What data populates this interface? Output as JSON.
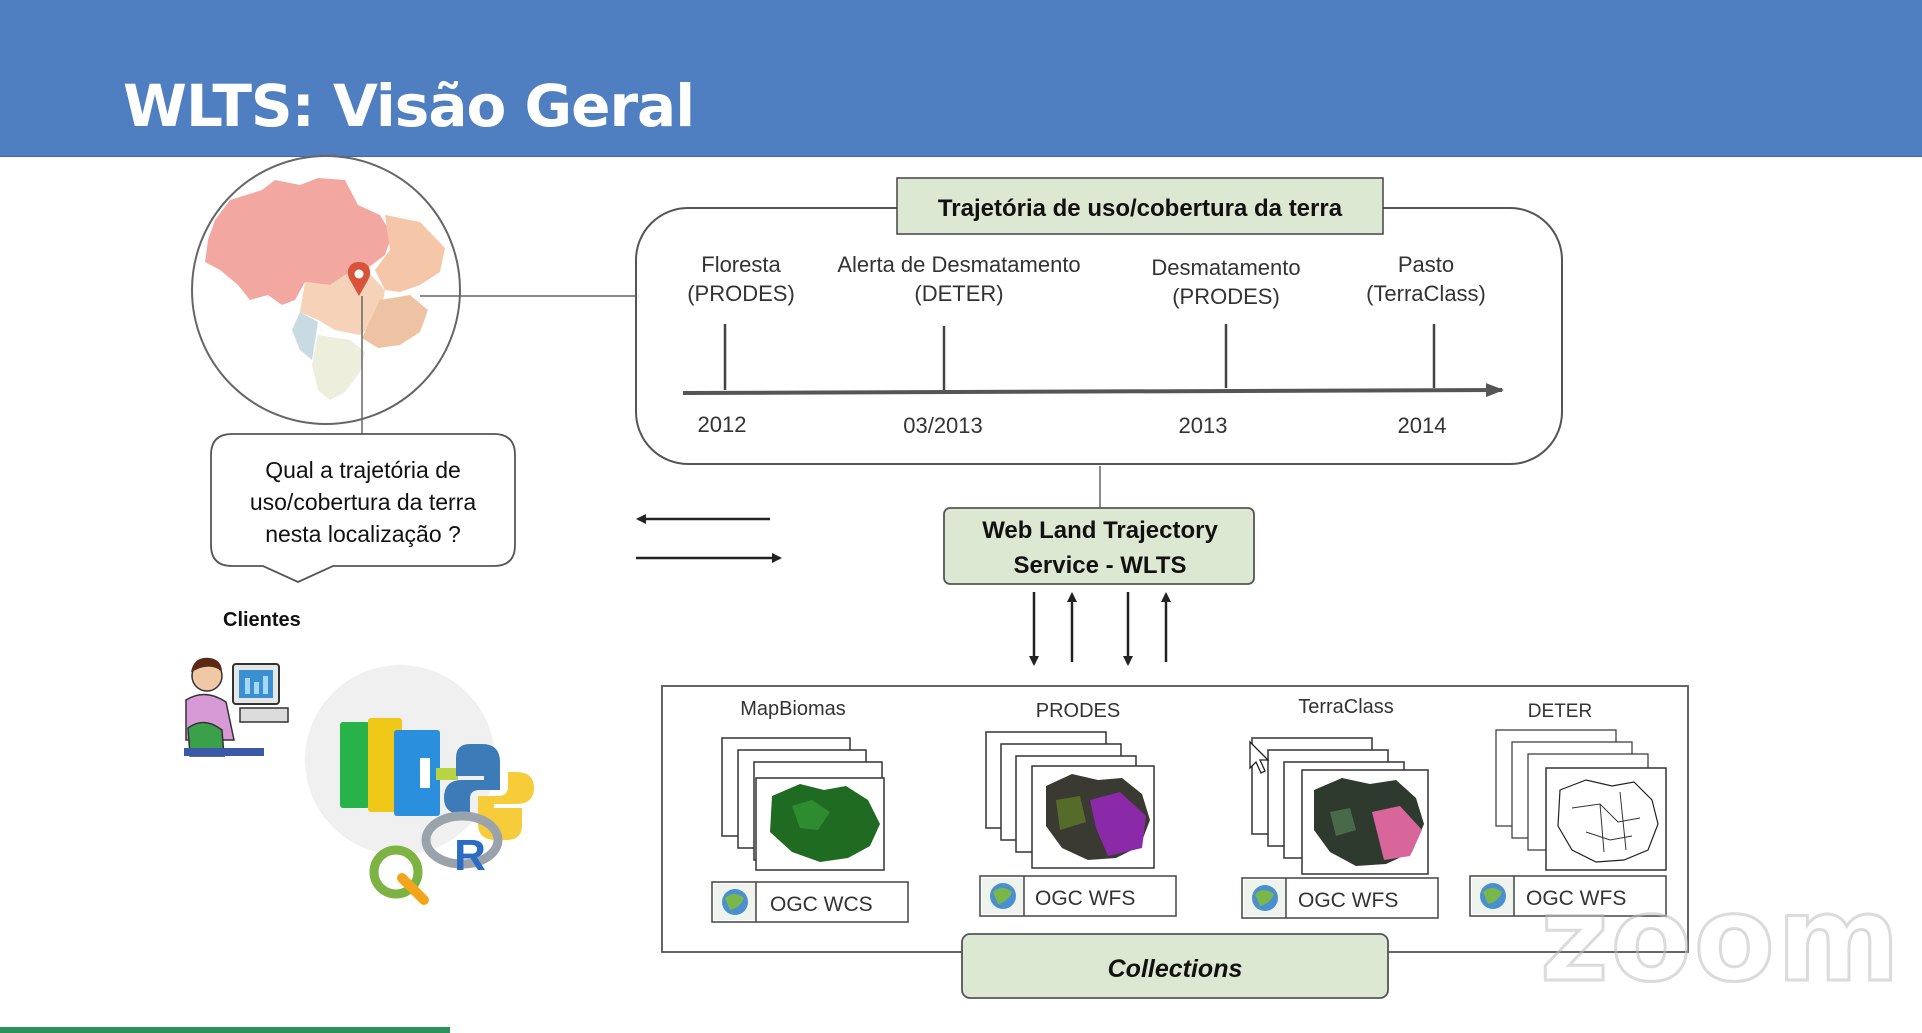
{
  "slide": {
    "title": "WLTS: Visão Geral"
  },
  "trajectory": {
    "title": "Trajetória de uso/cobertura da terra",
    "events": [
      {
        "line1": "Floresta",
        "line2": "(PRODES)",
        "date": "2012"
      },
      {
        "line1": "Alerta de Desmatamento",
        "line2": "(DETER)",
        "date": "03/2013"
      },
      {
        "line1": "Desmatamento",
        "line2": "(PRODES)",
        "date": "2013"
      },
      {
        "line1": "Pasto",
        "line2": "(TerraClass)",
        "date": "2014"
      }
    ]
  },
  "question": {
    "lines": [
      "Qual a trajetória de",
      "uso/cobertura da terra",
      "nesta localização ?"
    ]
  },
  "clients": {
    "label": "Clientes",
    "tools": [
      "user-at-computer",
      "jupyter-logo",
      "python-logo",
      "r-logo",
      "qgis-logo"
    ]
  },
  "service": {
    "lines": [
      "Web Land Trajectory",
      "Service - WLTS"
    ]
  },
  "collections": {
    "label": "Collections",
    "items": [
      {
        "name": "MapBiomas",
        "service": "OGC WCS",
        "style": "green"
      },
      {
        "name": "PRODES",
        "service": "OGC WFS",
        "style": "purple"
      },
      {
        "name": "TerraClass",
        "service": "OGC WFS",
        "style": "pink"
      },
      {
        "name": "DETER",
        "service": "OGC WFS",
        "style": "lines"
      }
    ]
  },
  "watermark": "zoom",
  "colors": {
    "header": "#4f7fc0",
    "box_fill": "#dce8d2",
    "pin": "#d9533a"
  }
}
